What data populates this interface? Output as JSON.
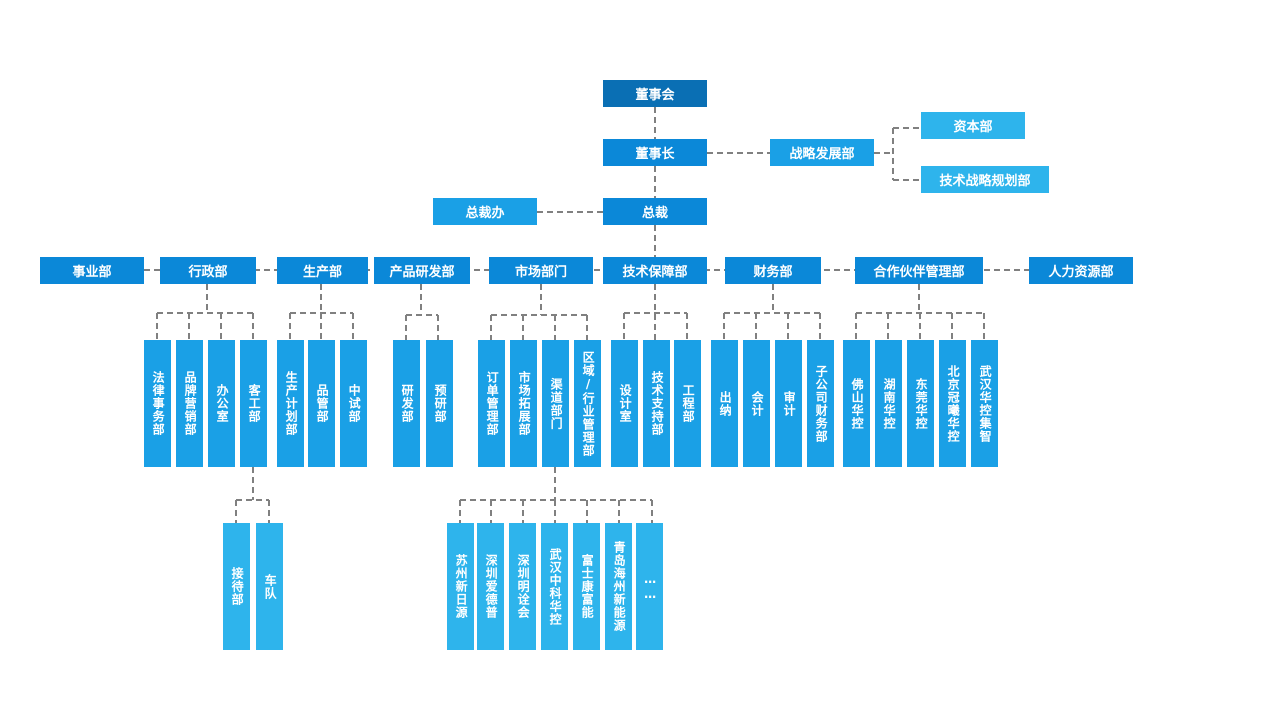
{
  "top": {
    "board": "董事会",
    "chairman": "董事长",
    "strategy": "战略发展部",
    "capital": "资本部",
    "tech_strategy": "技术战略规划部",
    "president_office": "总裁办",
    "president": "总裁"
  },
  "departments": [
    "事业部",
    "行政部",
    "生产部",
    "产品研发部",
    "市场部门",
    "技术保障部",
    "财务部",
    "合作伙伴管理部",
    "人力资源部"
  ],
  "admin_subs": [
    "法律事务部",
    "品牌营销部",
    "办公室",
    "客工部"
  ],
  "customer_subs": [
    "接待部",
    "车队"
  ],
  "production_subs": [
    "生产计划部",
    "品管部",
    "中试部"
  ],
  "rnd_subs": [
    "研发部",
    "预研部"
  ],
  "market_subs": [
    "订单管理部",
    "市场拓展部",
    "渠道部门",
    "区域/行业管理部"
  ],
  "channel_subs": [
    "苏州新日源",
    "深圳爱德普",
    "深圳明诠会",
    "武汉中科华控",
    "富士康富能",
    "青岛海州新能源",
    "……"
  ],
  "tech_subs": [
    "设计室",
    "技术支持部",
    "工程部"
  ],
  "finance_subs": [
    "出纳",
    "会计",
    "审计",
    "子公司财务部"
  ],
  "partner_subs": [
    "佛山华控",
    "湖南华控",
    "东莞华控",
    "北京冠曦华控",
    "武汉华控集智"
  ],
  "colors": {
    "dark": "#0a6fb4",
    "mid": "#0b88d8",
    "light": "#1aa0e6",
    "pale": "#2eb4ec",
    "connector": "#808080"
  }
}
